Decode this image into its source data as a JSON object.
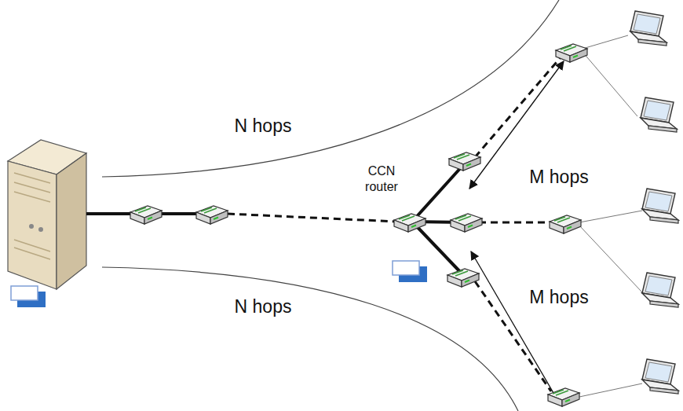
{
  "diagram": {
    "labels": [
      "N hops",
      "N hops",
      "CCN router",
      "M hops",
      "M hops"
    ]
  }
}
